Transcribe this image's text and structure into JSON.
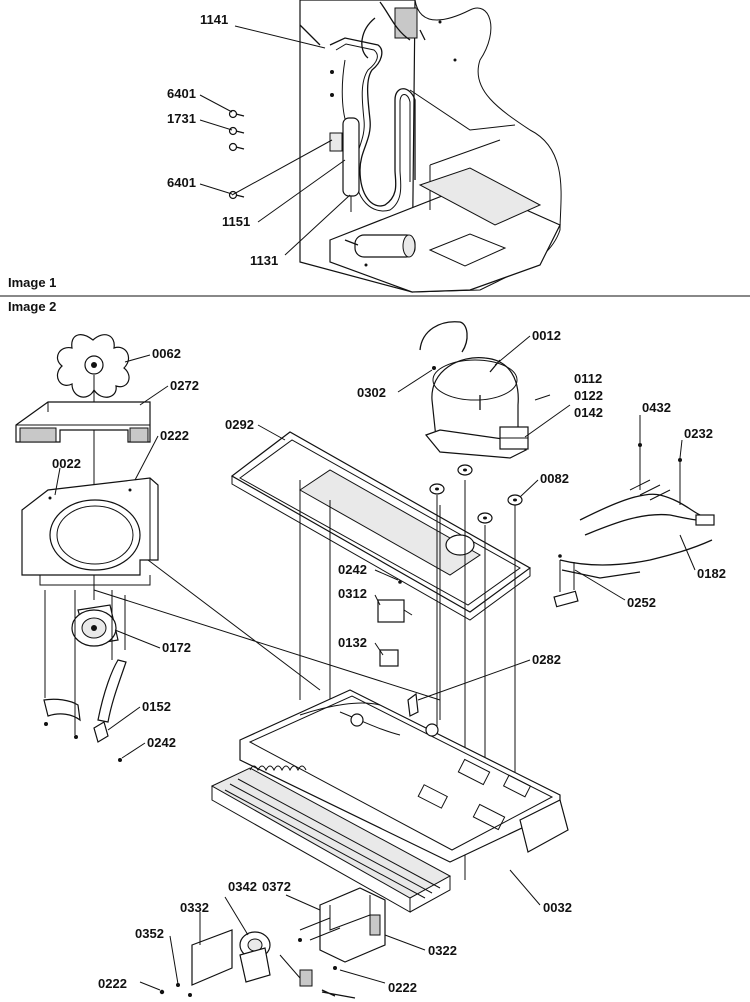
{
  "sections": {
    "image1_label": "Image 1",
    "image2_label": "Image 2"
  },
  "image1_labels": {
    "l1141": "1141",
    "l6401a": "6401",
    "l1731": "1731",
    "l6401b": "6401",
    "l1151": "1151",
    "l1131": "1131"
  },
  "image2_labels": {
    "l0062": "0062",
    "l0272": "0272",
    "l0222a": "0222",
    "l0022": "0022",
    "l0292": "0292",
    "l0302": "0302",
    "l0012": "0012",
    "l0112": "0112",
    "l0122": "0122",
    "l0142": "0142",
    "l0432": "0432",
    "l0232": "0232",
    "l0082": "0082",
    "l0182": "0182",
    "l0252": "0252",
    "l0242a": "0242",
    "l0312": "0312",
    "l0132": "0132",
    "l0282": "0282",
    "l0172": "0172",
    "l0152": "0152",
    "l0242b": "0242",
    "l0032": "0032",
    "l0342": "0342",
    "l0332": "0332",
    "l0372": "0372",
    "l0352": "0352",
    "l0322": "0322",
    "l0222b": "0222",
    "l0222c": "0222"
  }
}
